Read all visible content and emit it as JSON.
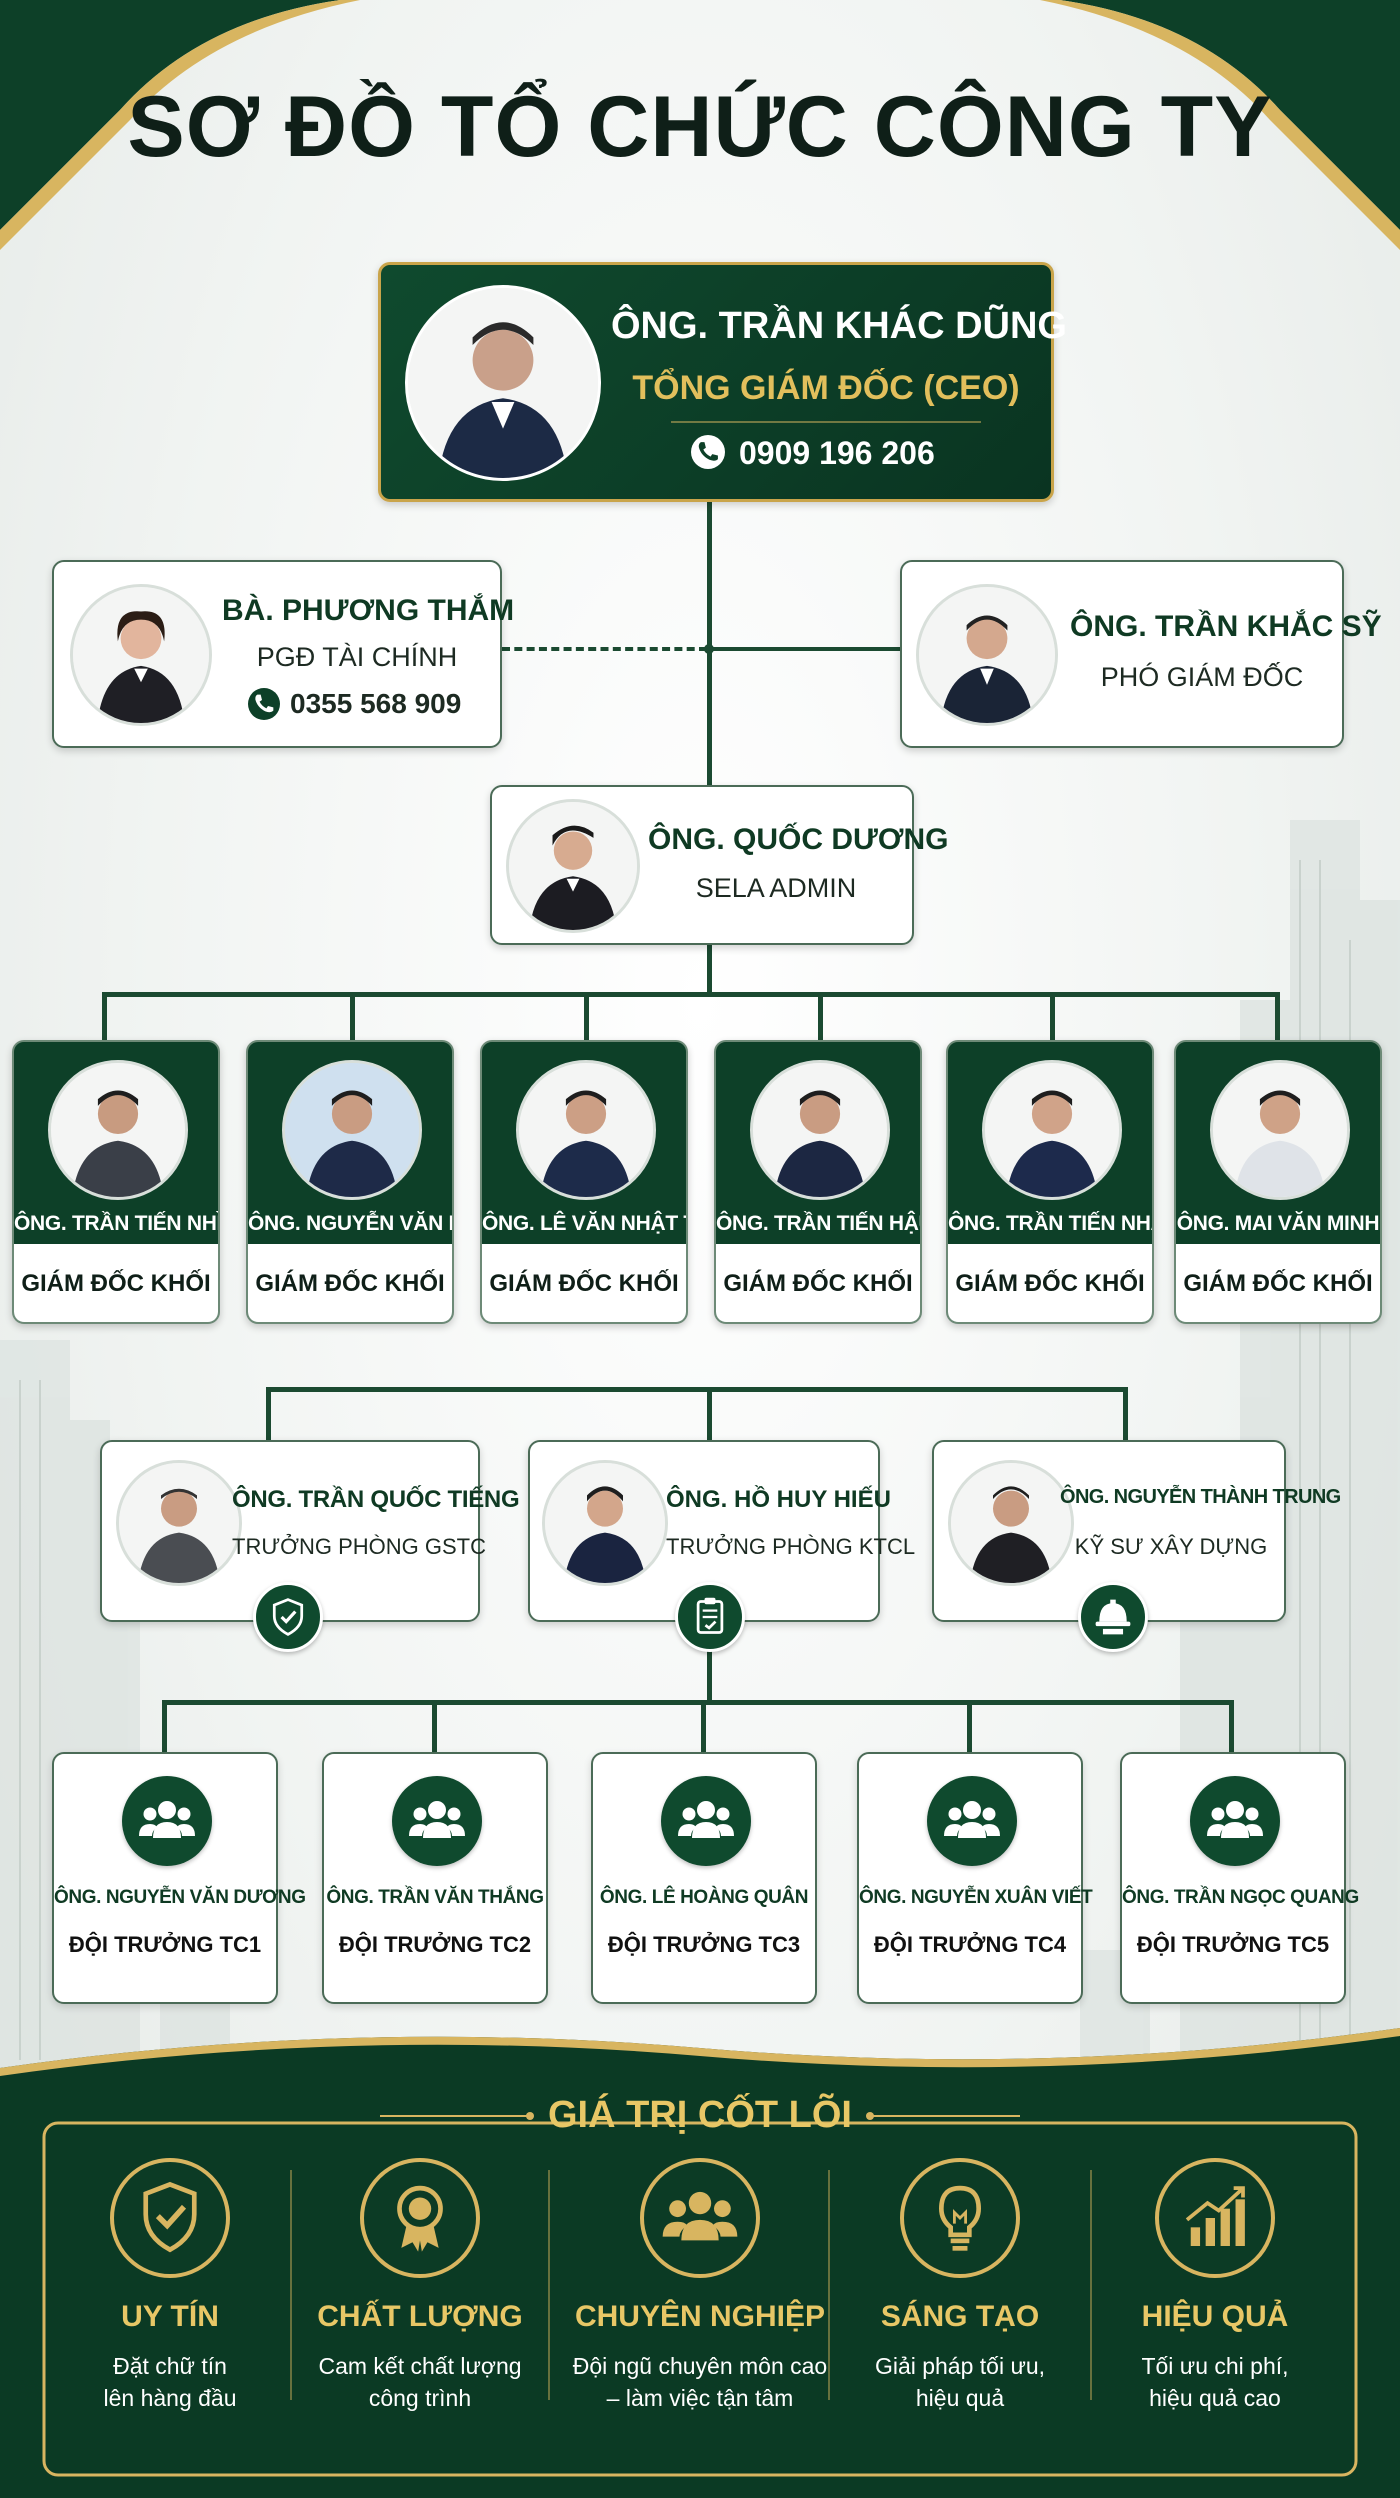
{
  "title": "SƠ ĐỒ TỔ CHỨC CÔNG TY",
  "colors": {
    "dark_green": "#0d4028",
    "gold": "#d8b560",
    "line": "#1b4a31"
  },
  "ceo": {
    "name": "ÔNG. TRẦN KHÁC DŨNG",
    "role": "TỔNG GIÁM ĐỐC (CEO)",
    "phone": "0909 196 206"
  },
  "finance": {
    "name": "BÀ. PHƯƠNG THẮM",
    "role": "PGĐ TÀI CHÍNH",
    "phone": "0355 568 909"
  },
  "deputy": {
    "name": "ÔNG. TRẦN KHẮC SỸ",
    "role": "PHÓ GIÁM ĐỐC"
  },
  "admin": {
    "name": "ÔNG. QUỐC DƯƠNG",
    "role": "SELA ADMIN"
  },
  "blocks": [
    {
      "name": "ÔNG. TRẦN TIẾN NHÌ",
      "role": "GIÁM ĐỐC KHỐI"
    },
    {
      "name": "ÔNG. NGUYỄN VĂN LUYỆN",
      "role": "GIÁM ĐỐC KHỐI"
    },
    {
      "name": "ÔNG. LÊ VĂN NHẬT TÂM",
      "role": "GIÁM ĐỐC KHỐI"
    },
    {
      "name": "ÔNG. TRẦN TIẾN HẬU",
      "role": "GIÁM ĐỐC KHỐI"
    },
    {
      "name": "ÔNG. TRẦN TIẾN NHẤT",
      "role": "GIÁM ĐỐC KHỐI"
    },
    {
      "name": "ÔNG. MAI VĂN MINH",
      "role": "GIÁM ĐỐC KHỐI"
    }
  ],
  "departments": [
    {
      "name": "ÔNG. TRẦN QUỐC TIẾNG",
      "role": "TRƯỞNG PHÒNG GSTC",
      "icon": "shield-check-icon"
    },
    {
      "name": "ÔNG. HỒ HUY HIẾU",
      "role": "TRƯỞNG PHÒNG KTCL",
      "icon": "clipboard-check-icon"
    },
    {
      "name": "ÔNG. NGUYỄN THÀNH TRUNG",
      "role": "KỸ SƯ XÂY DỰNG",
      "icon": "engineer-helmet-icon"
    }
  ],
  "teams": [
    {
      "name": "ÔNG. NGUYỄN VĂN DƯƠNG",
      "role": "ĐỘI TRƯỞNG TC1"
    },
    {
      "name": "ÔNG. TRẦN VĂN THẮNG",
      "role": "ĐỘI TRƯỞNG TC2"
    },
    {
      "name": "ÔNG. LÊ HOÀNG QUÂN",
      "role": "ĐỘI TRƯỞNG TC3"
    },
    {
      "name": "ÔNG. NGUYỄN XUÂN VIẾT",
      "role": "ĐỘI TRƯỞNG TC4"
    },
    {
      "name": "ÔNG. TRẦN NGỌC QUANG",
      "role": "ĐỘI TRƯỞNG TC5"
    }
  ],
  "core_values": {
    "heading": "GIÁ TRỊ CỐT LÕI",
    "items": [
      {
        "title": "UY TÍN",
        "line1": "Đặt chữ tín",
        "line2": "lên hàng đầu",
        "icon": "shield-check-icon"
      },
      {
        "title": "CHẤT LƯỢNG",
        "line1": "Cam kết chất lượng",
        "line2": "công trình",
        "icon": "quality-badge-icon"
      },
      {
        "title": "CHUYÊN NGHIỆP",
        "line1": "Đội ngũ chuyên môn cao",
        "line2": "– làm việc tận tâm",
        "icon": "team-icon"
      },
      {
        "title": "SÁNG TẠO",
        "line1": "Giải pháp tối ưu,",
        "line2": "hiệu quả",
        "icon": "lightbulb-icon"
      },
      {
        "title": "HIỆU QUẢ",
        "line1": "Tối ưu chi phí,",
        "line2": "hiệu quả cao",
        "icon": "growth-chart-icon"
      }
    ]
  }
}
